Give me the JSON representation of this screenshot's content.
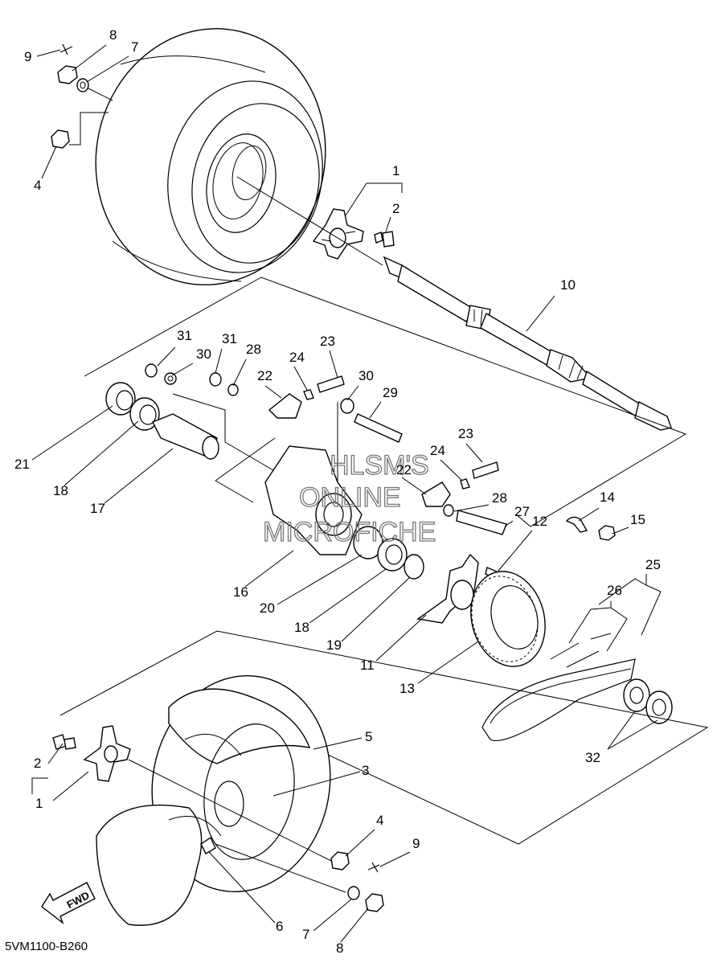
{
  "diagram": {
    "part_code": "5VM1100-B260",
    "watermark": [
      "HLSM'S",
      "ONLINE",
      "MICROFICHE"
    ],
    "fwd_label": "FWD"
  },
  "callouts": [
    {
      "id": "c9a",
      "label": "9"
    },
    {
      "id": "c8a",
      "label": "8"
    },
    {
      "id": "c7a",
      "label": "7"
    },
    {
      "id": "c4a",
      "label": "4"
    },
    {
      "id": "c1a",
      "label": "1"
    },
    {
      "id": "c2a",
      "label": "2"
    },
    {
      "id": "c10",
      "label": "10"
    },
    {
      "id": "c31a",
      "label": "31"
    },
    {
      "id": "c31b",
      "label": "31"
    },
    {
      "id": "c30a",
      "label": "30"
    },
    {
      "id": "c28a",
      "label": "28"
    },
    {
      "id": "c23a",
      "label": "23"
    },
    {
      "id": "c24a",
      "label": "24"
    },
    {
      "id": "c22a",
      "label": "22"
    },
    {
      "id": "c30b",
      "label": "30"
    },
    {
      "id": "c29",
      "label": "29"
    },
    {
      "id": "c21",
      "label": "21"
    },
    {
      "id": "c18a",
      "label": "18"
    },
    {
      "id": "c17",
      "label": "17"
    },
    {
      "id": "c23b",
      "label": "23"
    },
    {
      "id": "c24b",
      "label": "24"
    },
    {
      "id": "c22b",
      "label": "22"
    },
    {
      "id": "c28b",
      "label": "28"
    },
    {
      "id": "c27",
      "label": "27"
    },
    {
      "id": "c12",
      "label": "12"
    },
    {
      "id": "c14",
      "label": "14"
    },
    {
      "id": "c15",
      "label": "15"
    },
    {
      "id": "c16",
      "label": "16"
    },
    {
      "id": "c20",
      "label": "20"
    },
    {
      "id": "c18b",
      "label": "18"
    },
    {
      "id": "c19",
      "label": "19"
    },
    {
      "id": "c11",
      "label": "11"
    },
    {
      "id": "c13",
      "label": "13"
    },
    {
      "id": "c25",
      "label": "25"
    },
    {
      "id": "c26",
      "label": "26"
    },
    {
      "id": "c32",
      "label": "32"
    },
    {
      "id": "c5",
      "label": "5"
    },
    {
      "id": "c3",
      "label": "3"
    },
    {
      "id": "c2b",
      "label": "2"
    },
    {
      "id": "c1b",
      "label": "1"
    },
    {
      "id": "c4b",
      "label": "4"
    },
    {
      "id": "c9b",
      "label": "9"
    },
    {
      "id": "c6",
      "label": "6"
    },
    {
      "id": "c7b",
      "label": "7"
    },
    {
      "id": "c8b",
      "label": "8"
    }
  ]
}
